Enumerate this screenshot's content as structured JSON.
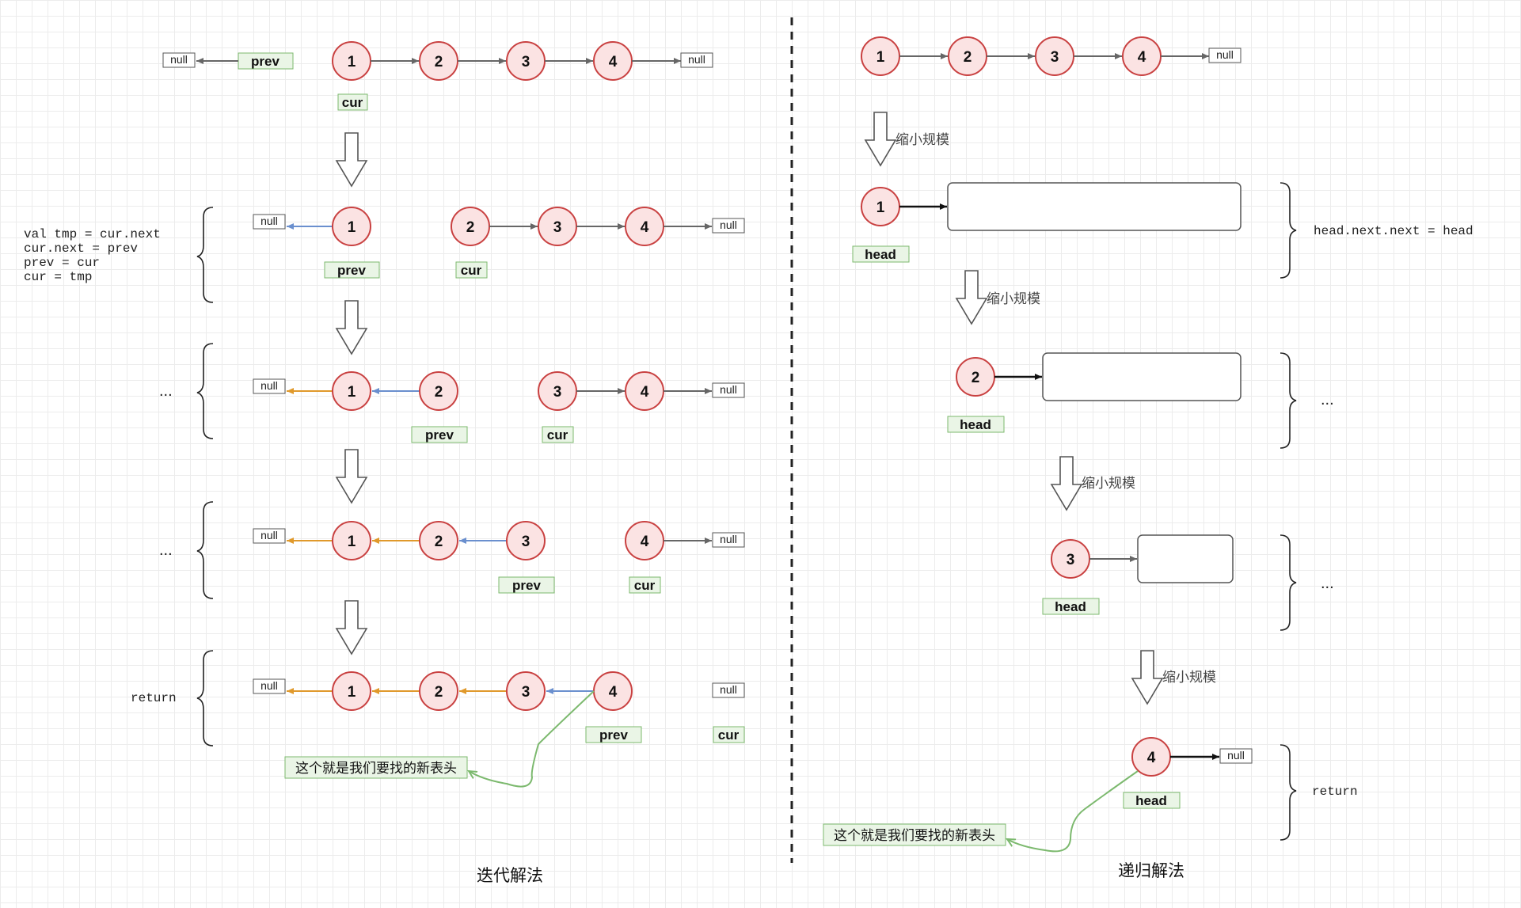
{
  "iterative": {
    "caption": "迭代解法",
    "code_lines": [
      "val tmp = cur.next",
      "cur.next = prev",
      "prev = cur",
      "cur = tmp"
    ],
    "continuation": "...",
    "return_label": "return",
    "new_head_note": "这个就是我们要找的新表头",
    "null_label": "null",
    "prev_label": "prev",
    "cur_label": "cur",
    "node_values": [
      "1",
      "2",
      "3",
      "4"
    ]
  },
  "recursive": {
    "caption": "递归解法",
    "shrink_label": "缩小规模",
    "assignment": "head.next.next = head",
    "continuation": "...",
    "return_label": "return",
    "new_head_note": "这个就是我们要找的新表头",
    "null_label": "null",
    "head_label": "head",
    "node_values": [
      "1",
      "2",
      "3",
      "4"
    ]
  },
  "colors": {
    "node_stroke": "#c94141",
    "node_fill": "#fbe3e3",
    "reversed_link": "#e0992b",
    "new_link": "#6a8fce",
    "tag_border": "#7cb96e",
    "tag_fill": "#eaf5e6",
    "note_arrow": "#7cb96e",
    "arrow": "#666666"
  }
}
